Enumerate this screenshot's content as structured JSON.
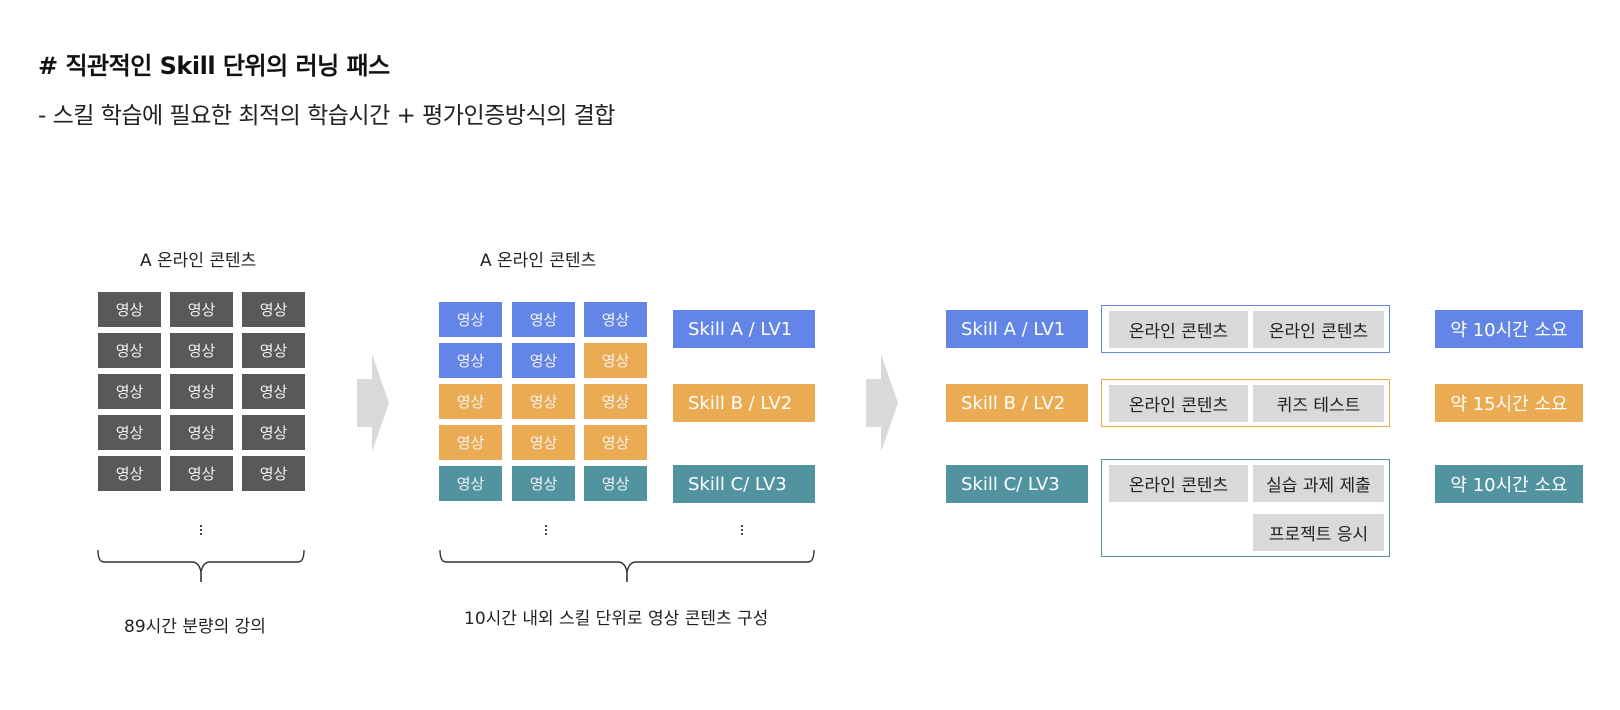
{
  "header": {
    "title": "# 직관적인 Skill 단위의 러닝 패스",
    "subtitle": "- 스킬 학습에 필요한 최적의 학습시간 + 평가인증방식의 결합"
  },
  "colors": {
    "dark_tile": "#595959",
    "skill_a": "#6385e8",
    "skill_b": "#ebab52",
    "skill_c": "#5293a0",
    "method_bg": "#d9d9d9",
    "arrow": "#d9d9d9"
  },
  "left_panel": {
    "label": "A 온라인 콘텐츠",
    "tile_label": "영상",
    "rows": 5,
    "cols": 3,
    "more_indicator": "⋮",
    "caption": "89시간 분량의 강의"
  },
  "middle_panel": {
    "label": "A 온라인 콘텐츠",
    "tile_label": "영상",
    "tiles": [
      [
        "blue",
        "blue",
        "blue"
      ],
      [
        "blue",
        "blue",
        "orange"
      ],
      [
        "orange",
        "orange",
        "orange"
      ],
      [
        "orange",
        "orange",
        "orange"
      ],
      [
        "teal",
        "teal",
        "teal"
      ]
    ],
    "skills": [
      {
        "label": "Skill A / LV1",
        "color": "blue"
      },
      {
        "label": "Skill B / LV2",
        "color": "orange"
      },
      {
        "label": "Skill C/ LV3",
        "color": "teal"
      }
    ],
    "more_indicator": "⋮",
    "caption": "10시간 내외 스킬 단위로 영상 콘텐츠 구성"
  },
  "right_panel": {
    "paths": [
      {
        "skill": "Skill A / LV1",
        "color": "blue",
        "methods": [
          "온라인 콘텐츠",
          "온라인 콘텐츠"
        ],
        "duration": "약 10시간 소요"
      },
      {
        "skill": "Skill B / LV2",
        "color": "orange",
        "methods": [
          "온라인 콘텐츠",
          "퀴즈 테스트"
        ],
        "duration": "약 15시간 소요"
      },
      {
        "skill": "Skill C/ LV3",
        "color": "teal",
        "methods": [
          "온라인 콘텐츠",
          "실습 과제 제출",
          "프로젝트 응시"
        ],
        "duration": "약 10시간 소요"
      }
    ]
  }
}
